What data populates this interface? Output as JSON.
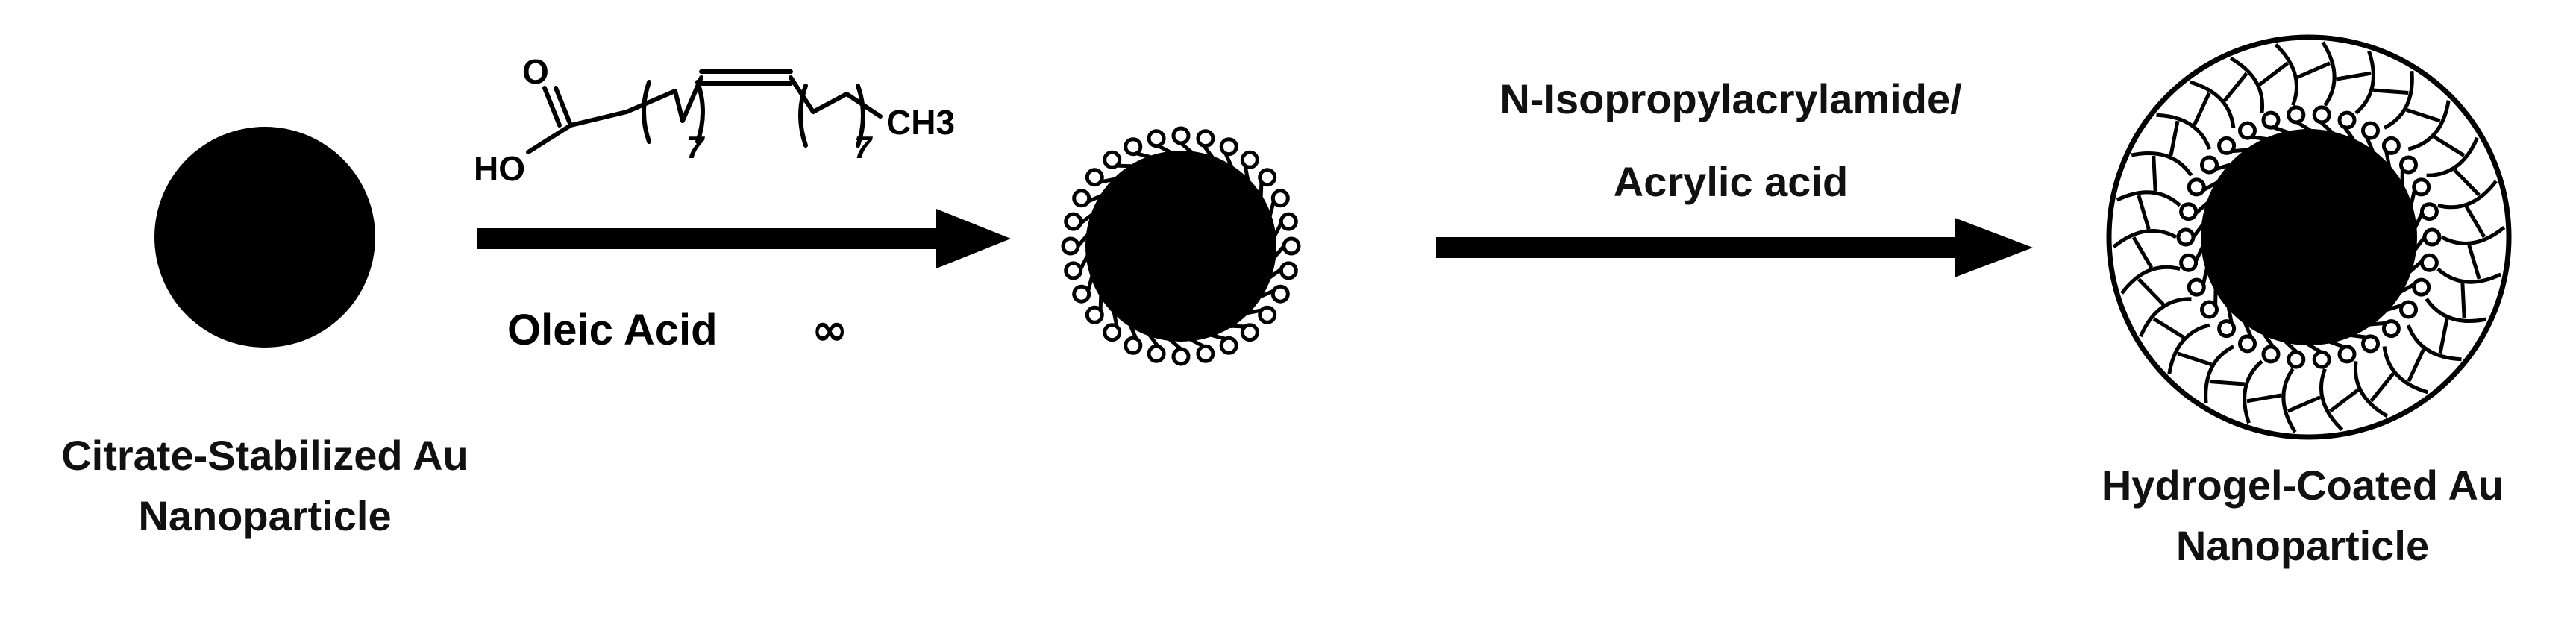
{
  "steps": [
    {
      "name": "Citrate-Stabilized Au",
      "name2": "Nanoparticle"
    },
    {
      "name": "Hydrogel-Coated Au",
      "name2": "Nanoparticle"
    }
  ],
  "reaction1": {
    "reagent": "Oleic Acid",
    "symbol": "∞",
    "structure": {
      "carbonyl_o": "O",
      "hydroxyl": "HO",
      "subscript_left": "7",
      "subscript_right": "7",
      "methyl": "CH3"
    }
  },
  "reaction2": {
    "reagent_line1": "N-Isopropylacrylamide/",
    "reagent_line2": "Acrylic acid"
  },
  "colors": {
    "ink": "#000000",
    "background": "#ffffff"
  }
}
